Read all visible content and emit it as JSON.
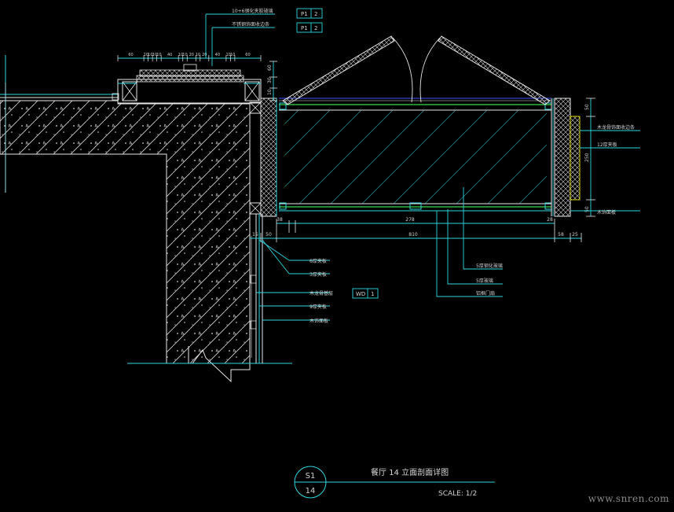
{
  "drawing": {
    "title": "餐厅 14 立面剖面详图",
    "scale": "SCALE: 1/2",
    "section_top": "S1",
    "section_bottom": "14",
    "watermark": "www.snren.com"
  },
  "tags": {
    "p1_a": "P1",
    "p1_a_num": "2",
    "p1_b": "P1",
    "p1_b_num": "2",
    "wd": "WD",
    "wd_num": "1"
  },
  "top_labels": [
    "10+6钢化夹胶玻璃",
    "不锈钢饰面收边条"
  ],
  "top_dims": [
    "60",
    "10",
    "10",
    "10",
    "10",
    "40",
    "10",
    "10",
    "20",
    "10",
    "20",
    "40",
    "10",
    "10",
    "60"
  ],
  "right_dims": [
    "60",
    "30",
    "10"
  ],
  "side_dims": [
    "50",
    "250",
    "50"
  ],
  "bottom_dims": {
    "mid": "278",
    "total": "810",
    "right_a": "58",
    "right_b": "25",
    "left_a": "15",
    "left_b": "50",
    "small_a": "38",
    "small_b": "28"
  },
  "right_labels": [
    "木龙骨饰面收边条",
    "12厚夹板",
    "木饰面板"
  ],
  "left_labels": [
    "6厚夹板",
    "3厚夹板",
    "木龙骨基层",
    "9厚夹板",
    "木饰面板"
  ],
  "bottom_labels": [
    "5厚钢化玻璃",
    "5厚玻璃",
    "铝框门扇"
  ],
  "colors": {
    "line_main": "#e8e8e8",
    "line_cyan": "#2fd7e0",
    "line_green": "#39d94a",
    "line_blue": "#3a55ff",
    "line_yellow": "#d8d000",
    "text": "#d0d0d0"
  }
}
